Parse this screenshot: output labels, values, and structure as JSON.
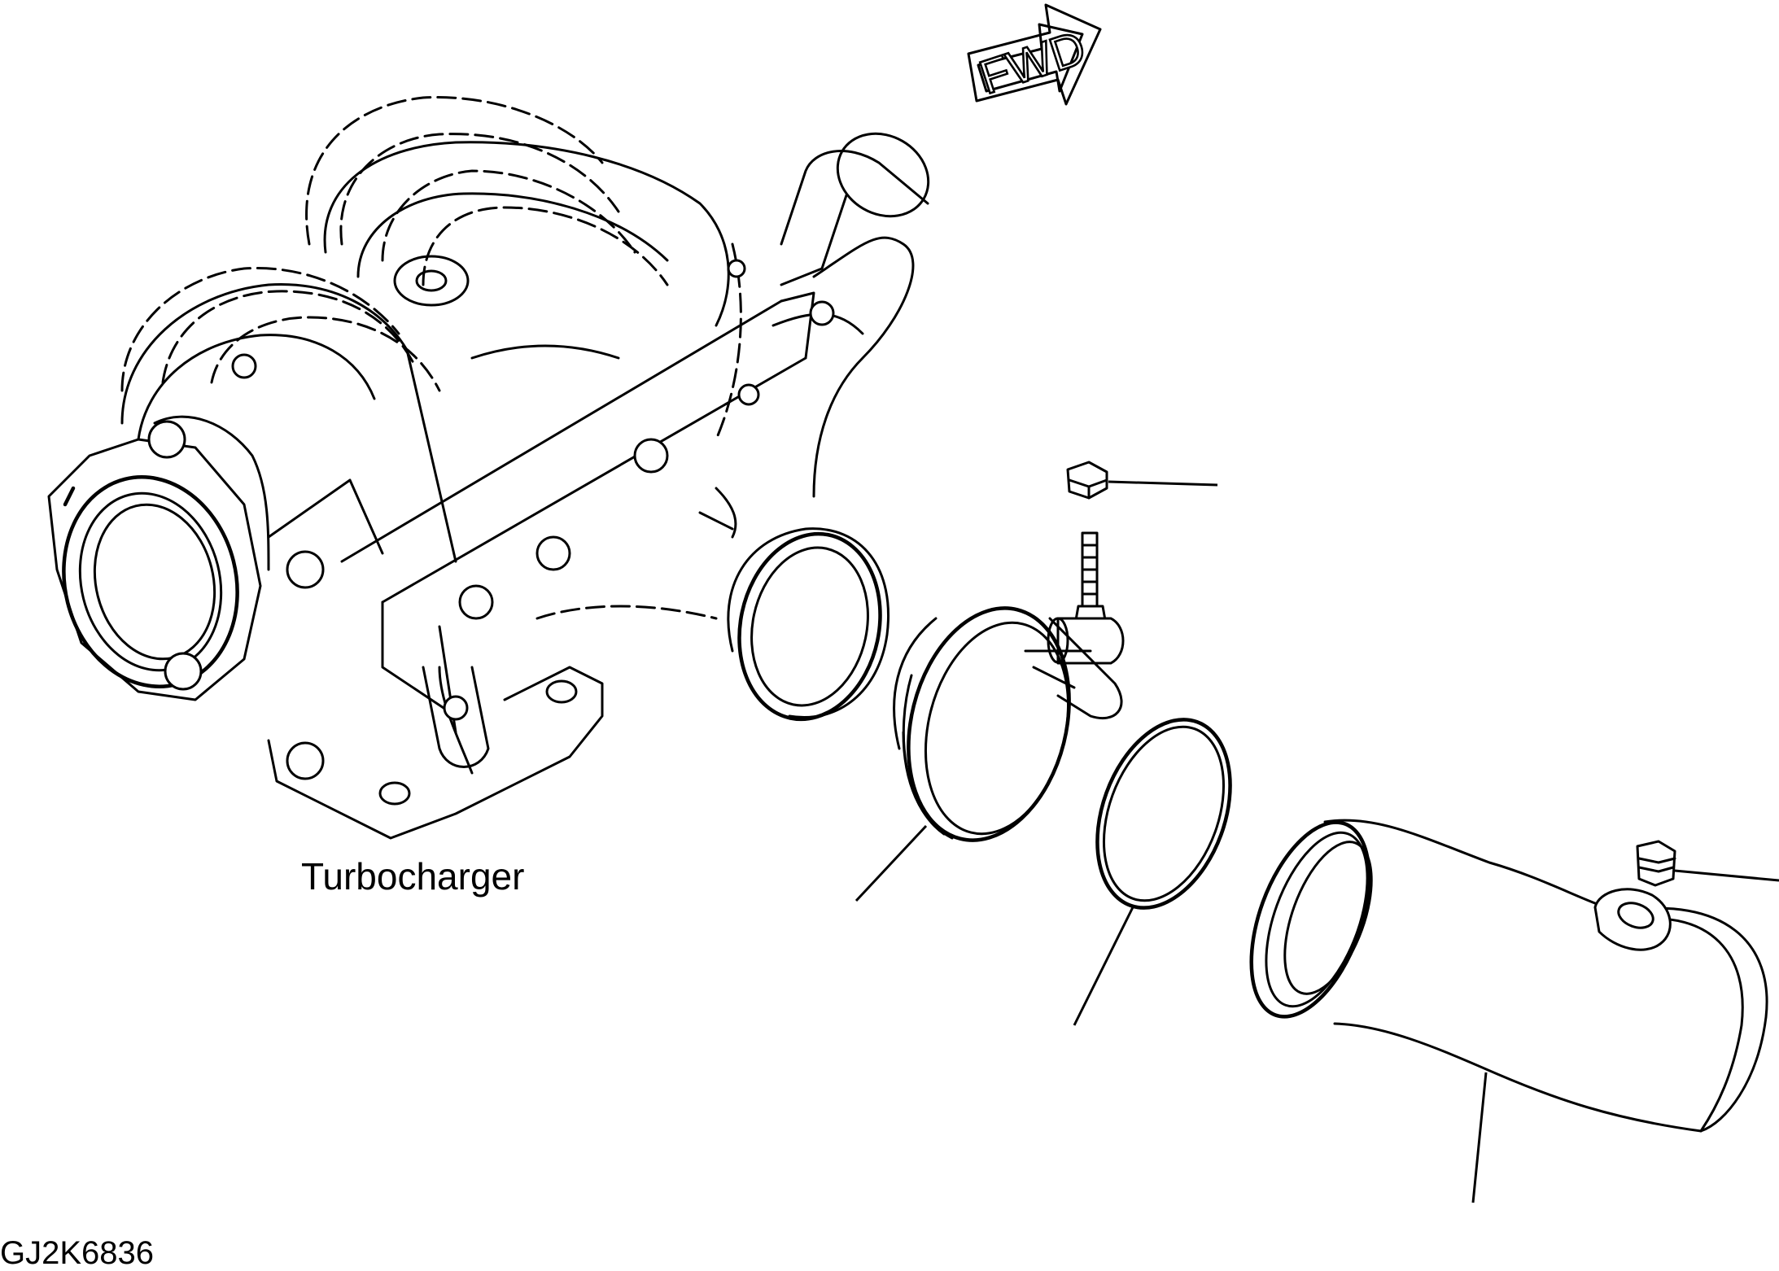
{
  "labels": {
    "turbocharger": "Turbocharger",
    "figure_code": "GJ2K6836",
    "direction_arrow": "FWD"
  },
  "colors": {
    "line": "#000000",
    "background": "#ffffff"
  }
}
